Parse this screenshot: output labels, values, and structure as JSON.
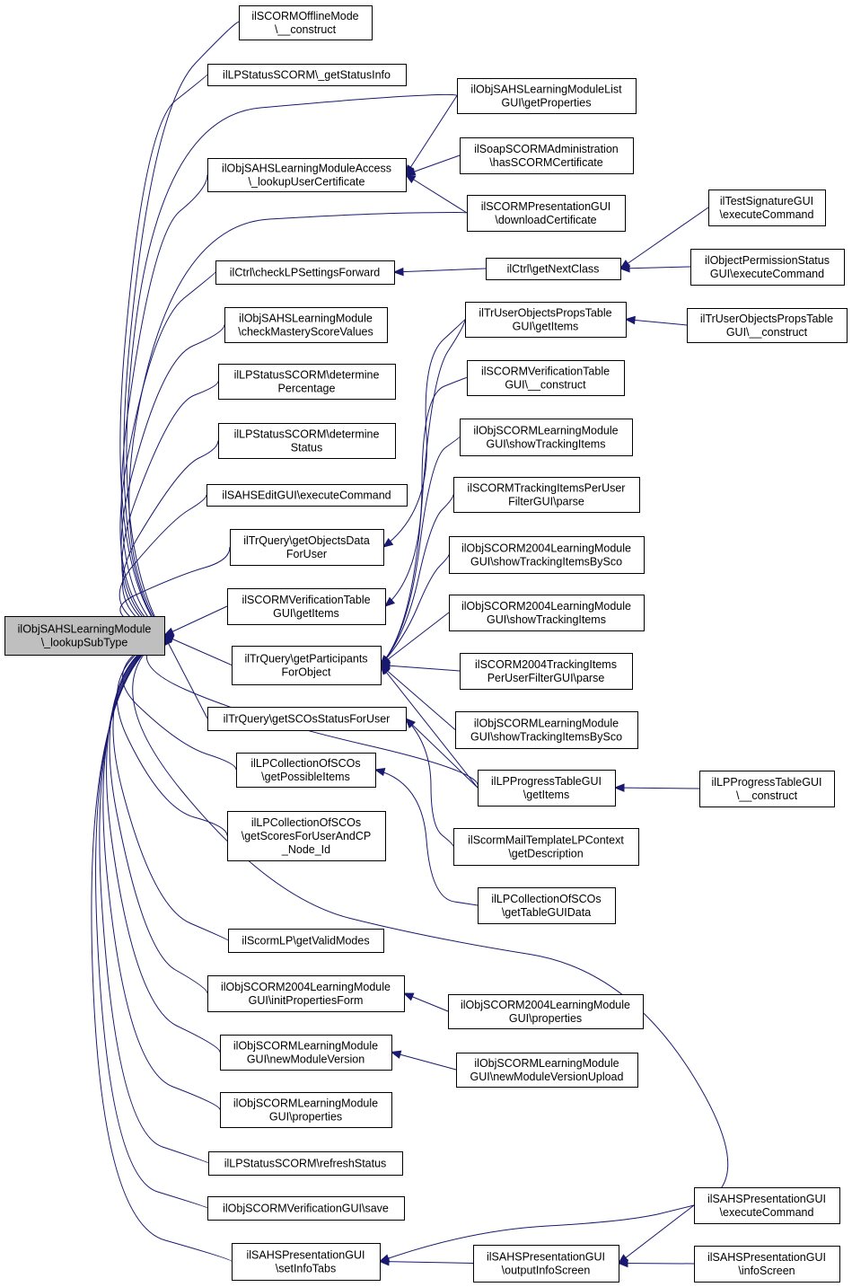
{
  "diagram": {
    "root_id": "root",
    "nodes": [
      {
        "id": "root",
        "lines": [
          "ilObjSAHSLearningModule",
          "\\_lookupSubType"
        ]
      },
      {
        "id": "a1",
        "lines": [
          "ilSCORMOfflineMode",
          "\\__construct"
        ]
      },
      {
        "id": "a2",
        "lines": [
          "ilLPStatusSCORM\\_getStatusInfo"
        ]
      },
      {
        "id": "a3",
        "lines": [
          "ilObjSAHSLearningModuleAccess",
          "\\_lookupUserCertificate"
        ]
      },
      {
        "id": "a4",
        "lines": [
          "ilCtrl\\checkLPSettingsForward"
        ]
      },
      {
        "id": "a5",
        "lines": [
          "ilObjSAHSLearningModule",
          "\\checkMasteryScoreValues"
        ]
      },
      {
        "id": "a6",
        "lines": [
          "ilLPStatusSCORM\\determine",
          "Percentage"
        ]
      },
      {
        "id": "a7",
        "lines": [
          "ilLPStatusSCORM\\determine",
          "Status"
        ]
      },
      {
        "id": "a8",
        "lines": [
          "ilSAHSEditGUI\\executeCommand"
        ]
      },
      {
        "id": "a9",
        "lines": [
          "ilTrQuery\\getObjectsData",
          "ForUser"
        ]
      },
      {
        "id": "a10",
        "lines": [
          "ilSCORMVerificationTable",
          "GUI\\getItems"
        ]
      },
      {
        "id": "a11",
        "lines": [
          "ilTrQuery\\getParticipants",
          "ForObject"
        ]
      },
      {
        "id": "a12",
        "lines": [
          "ilTrQuery\\getSCOsStatusForUser"
        ]
      },
      {
        "id": "a13",
        "lines": [
          "ilLPCollectionOfSCOs",
          "\\getPossibleItems"
        ]
      },
      {
        "id": "a14",
        "lines": [
          "ilLPCollectionOfSCOs",
          "\\getScoresForUserAndCP",
          "_Node_Id"
        ]
      },
      {
        "id": "a15",
        "lines": [
          "ilScormLP\\getValidModes"
        ]
      },
      {
        "id": "a16",
        "lines": [
          "ilObjSCORM2004LearningModule",
          "GUI\\initPropertiesForm"
        ]
      },
      {
        "id": "a17",
        "lines": [
          "ilObjSCORMLearningModule",
          "GUI\\newModuleVersion"
        ]
      },
      {
        "id": "a18",
        "lines": [
          "ilObjSCORMLearningModule",
          "GUI\\properties"
        ]
      },
      {
        "id": "a19",
        "lines": [
          "ilLPStatusSCORM\\refreshStatus"
        ]
      },
      {
        "id": "a20",
        "lines": [
          "ilObjSCORMVerificationGUI\\save"
        ]
      },
      {
        "id": "a21",
        "lines": [
          "ilSAHSPresentationGUI",
          "\\setInfoTabs"
        ]
      },
      {
        "id": "b1",
        "lines": [
          "ilObjSAHSLearningModuleList",
          "GUI\\getProperties"
        ]
      },
      {
        "id": "b2",
        "lines": [
          "ilSoapSCORMAdministration",
          "\\hasSCORMCertificate"
        ]
      },
      {
        "id": "b3",
        "lines": [
          "ilSCORMPresentationGUI",
          "\\downloadCertificate"
        ]
      },
      {
        "id": "b4",
        "lines": [
          "ilCtrl\\getNextClass"
        ]
      },
      {
        "id": "b5",
        "lines": [
          "ilTrUserObjectsPropsTable",
          "GUI\\getItems"
        ]
      },
      {
        "id": "b6",
        "lines": [
          "ilSCORMVerificationTable",
          "GUI\\__construct"
        ]
      },
      {
        "id": "b7",
        "lines": [
          "ilObjSCORMLearningModule",
          "GUI\\showTrackingItems"
        ]
      },
      {
        "id": "b8",
        "lines": [
          "ilSCORMTrackingItemsPerUser",
          "FilterGUI\\parse"
        ]
      },
      {
        "id": "b9",
        "lines": [
          "ilObjSCORM2004LearningModule",
          "GUI\\showTrackingItemsBySco"
        ]
      },
      {
        "id": "b10",
        "lines": [
          "ilObjSCORM2004LearningModule",
          "GUI\\showTrackingItems"
        ]
      },
      {
        "id": "b11",
        "lines": [
          "ilSCORM2004TrackingItems",
          "PerUserFilterGUI\\parse"
        ]
      },
      {
        "id": "b12",
        "lines": [
          "ilObjSCORMLearningModule",
          "GUI\\showTrackingItemsBySco"
        ]
      },
      {
        "id": "b13",
        "lines": [
          "ilLPProgressTableGUI",
          "\\getItems"
        ]
      },
      {
        "id": "b14",
        "lines": [
          "ilScormMailTemplateLPContext",
          "\\getDescription"
        ]
      },
      {
        "id": "b15",
        "lines": [
          "ilLPCollectionOfSCOs",
          "\\getTableGUIData"
        ]
      },
      {
        "id": "b16",
        "lines": [
          "ilObjSCORM2004LearningModule",
          "GUI\\properties"
        ]
      },
      {
        "id": "b17",
        "lines": [
          "ilObjSCORMLearningModule",
          "GUI\\newModuleVersionUpload"
        ]
      },
      {
        "id": "b18",
        "lines": [
          "ilSAHSPresentationGUI",
          "\\outputInfoScreen"
        ]
      },
      {
        "id": "c1",
        "lines": [
          "ilTestSignatureGUI",
          "\\executeCommand"
        ]
      },
      {
        "id": "c2",
        "lines": [
          "ilObjectPermissionStatus",
          "GUI\\executeCommand"
        ]
      },
      {
        "id": "c3",
        "lines": [
          "ilTrUserObjectsPropsTable",
          "GUI\\__construct"
        ]
      },
      {
        "id": "c4",
        "lines": [
          "ilLPProgressTableGUI",
          "\\__construct"
        ]
      },
      {
        "id": "c5",
        "lines": [
          "ilSAHSPresentationGUI",
          "\\executeCommand"
        ]
      },
      {
        "id": "c6",
        "lines": [
          "ilSAHSPresentationGUI",
          "\\infoScreen"
        ]
      }
    ],
    "edges": [
      [
        "root",
        "a1"
      ],
      [
        "root",
        "a2"
      ],
      [
        "root",
        "a3"
      ],
      [
        "root",
        "a4"
      ],
      [
        "root",
        "a5"
      ],
      [
        "root",
        "a6"
      ],
      [
        "root",
        "a7"
      ],
      [
        "root",
        "a8"
      ],
      [
        "root",
        "a9"
      ],
      [
        "root",
        "a10"
      ],
      [
        "root",
        "a11"
      ],
      [
        "root",
        "a12"
      ],
      [
        "root",
        "a13"
      ],
      [
        "root",
        "a14"
      ],
      [
        "root",
        "a15"
      ],
      [
        "root",
        "a16"
      ],
      [
        "root",
        "a17"
      ],
      [
        "root",
        "a18"
      ],
      [
        "root",
        "a19"
      ],
      [
        "root",
        "a20"
      ],
      [
        "root",
        "a21"
      ],
      [
        "root",
        "b1"
      ],
      [
        "root",
        "b3"
      ],
      [
        "root",
        "b13"
      ],
      [
        "root",
        "c5"
      ],
      [
        "a3",
        "b1"
      ],
      [
        "a3",
        "b2"
      ],
      [
        "a3",
        "b3"
      ],
      [
        "a4",
        "b4"
      ],
      [
        "b4",
        "c1"
      ],
      [
        "b4",
        "c2"
      ],
      [
        "a9",
        "b5"
      ],
      [
        "b5",
        "c3"
      ],
      [
        "a10",
        "b6"
      ],
      [
        "a11",
        "b5"
      ],
      [
        "a11",
        "b7"
      ],
      [
        "a11",
        "b8"
      ],
      [
        "a11",
        "b9"
      ],
      [
        "a11",
        "b10"
      ],
      [
        "a11",
        "b11"
      ],
      [
        "a11",
        "b12"
      ],
      [
        "a11",
        "b13"
      ],
      [
        "a12",
        "b13"
      ],
      [
        "a12",
        "b14"
      ],
      [
        "b13",
        "c4"
      ],
      [
        "a13",
        "b15"
      ],
      [
        "a16",
        "b16"
      ],
      [
        "a17",
        "b17"
      ],
      [
        "a21",
        "c5"
      ],
      [
        "a21",
        "b18"
      ],
      [
        "b18",
        "c5"
      ],
      [
        "b18",
        "c6"
      ]
    ]
  }
}
